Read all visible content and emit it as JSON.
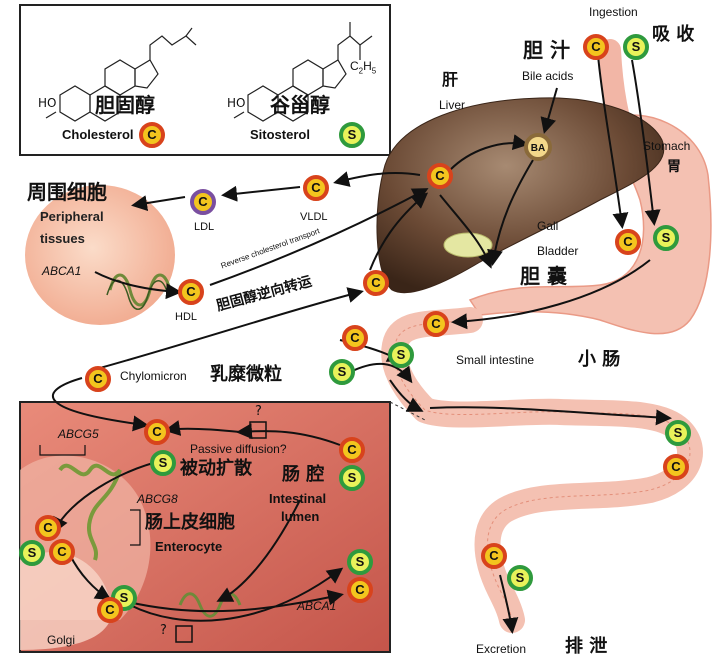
{
  "structures": {
    "cholesterol": {
      "zh": "胆固醇",
      "en": "Cholesterol",
      "ho": "HO"
    },
    "sitosterol": {
      "zh": "谷甾醇",
      "en": "Sitosterol",
      "ho": "HO",
      "ethyl": "C",
      "ethyl_sub": "2",
      "ethyl_h": "H",
      "ethyl_sub2": "5"
    }
  },
  "markers": {
    "c": "C",
    "s": "S",
    "ba": "BA"
  },
  "labels": {
    "ingestion": "Ingestion",
    "absorb_zh": "吸 收",
    "bile_zh": "胆 汁",
    "bile_acids": "Bile acids",
    "liver_zh": "肝",
    "liver_en": "Liver",
    "stomach_en": "Stomach",
    "stomach_zh": "胃",
    "gall_en": "Gall",
    "bladder_en": "Bladder",
    "gallbladder_zh": "胆 囊",
    "peripheral_zh": "周围细胞",
    "peripheral_en1": "Peripheral",
    "peripheral_en2": "tissues",
    "abca1_top": "ABCA1",
    "ldl": "LDL",
    "vldl": "VLDL",
    "hdl": "HDL",
    "reverse_en": "Reverse cholesterol transport",
    "reverse_zh": "胆固醇逆向转运",
    "small_int_en": "Small intestine",
    "small_int_zh": "小 肠",
    "chylomicron_en": "Chylomicron",
    "chylomicron_zh": "乳糜微粒",
    "question": "?",
    "abcg5": "ABCG5",
    "passive": "Passive diffusion?",
    "passive_zh": "被动扩散",
    "lumen_zh": "肠 腔",
    "lumen_en1": "Intestinal",
    "lumen_en2": "lumen",
    "abcg8": "ABCG8",
    "enterocyte_zh": "肠上皮细胞",
    "enterocyte_en": "Enterocyte",
    "abca1_bottom": "ABCA1",
    "golgi": "Golgi",
    "excretion": "Excretion",
    "excretion_zh": "排 泄"
  },
  "colors": {
    "c_ring": "#d8431c",
    "c_fill": "#f3c51e",
    "s_ring": "#2f9a3d",
    "s_fill": "#e9f25a",
    "ldl_ring": "#7a4fa0",
    "liver": "#6b4a35",
    "gut": "#f2b6a6",
    "enterocyte": "#d2685a",
    "peripheral": "#f6c2ae"
  }
}
